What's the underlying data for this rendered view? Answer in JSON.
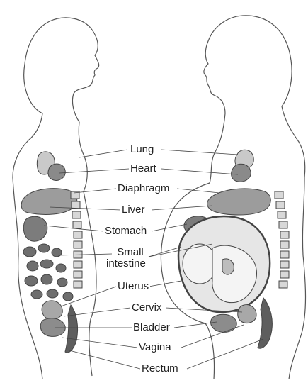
{
  "labels": {
    "lung": "Lung",
    "heart": "Heart",
    "diaphragm": "Diaphragm",
    "liver": "Liver",
    "stomach": "Stomach",
    "small_intestine_1": "Small",
    "small_intestine_2": "intestine",
    "uterus": "Uterus",
    "cervix": "Cervix",
    "bladder": "Bladder",
    "vagina": "Vagina",
    "rectum": "Rectum"
  },
  "colors": {
    "line": "#444444",
    "organ_fill": "#9a9a9a",
    "organ_dark": "#5a5a5a",
    "organ_light": "#d4d4d4"
  }
}
